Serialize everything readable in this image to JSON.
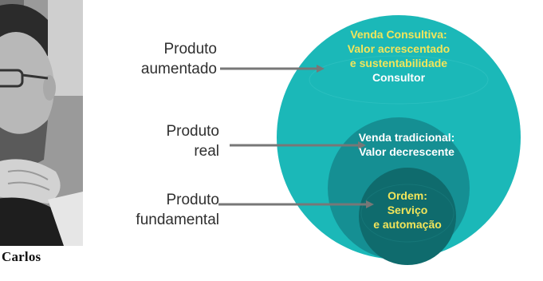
{
  "photo": {
    "caption": "Carlos"
  },
  "levels": {
    "augmented": {
      "line1": "Produto",
      "line2": "aumentado"
    },
    "real": {
      "line1": "Produto",
      "line2": "real"
    },
    "fundamental": {
      "line1": "Produto",
      "line2": "fundamental"
    }
  },
  "rings": {
    "outer": {
      "line1": "Venda Consultiva:",
      "line2": "Valor acrescentado",
      "line3": "e sustentabilidade",
      "line4": "Consultor"
    },
    "middle": {
      "line1": "Venda tradicional:",
      "line2": "Valor decrescente"
    },
    "inner": {
      "line1": "Ordem:",
      "line2": "Serviço",
      "line3": "e automação"
    }
  },
  "colors": {
    "outer_ring": "#1bb8b8",
    "middle_ring": "#158f93",
    "inner_ring": "#0f6b6d",
    "arrow": "#777777",
    "highlight_text": "#f2e55a"
  }
}
